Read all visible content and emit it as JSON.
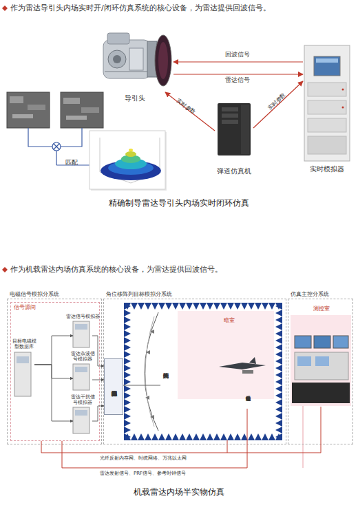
{
  "diagram": {
    "caption": "机载雷达内场半实物仿真",
    "nodes": [
      {
        "text": [
          "导引头"
        ]
      },
      {
        "text": [
          "实时模拟器"
        ]
      },
      {
        "text": [
          "弹道仿真机"
        ]
      },
      {
        "text": [
          "电磁信号模拟分系统"
        ]
      },
      {
        "text": [
          "信号源间"
        ],
        "in": 3
      },
      {
        "text": [
          "目标电磁模型数据库"
        ],
        "in": 4
      },
      {
        "text": [
          "雷达信号模拟器"
        ],
        "in": 4
      },
      {
        "text": [
          "雷达杂波信号模拟器"
        ],
        "in": 4
      },
      {
        "text": [
          "雷达干扰信号模拟器"
        ],
        "in": 4
      },
      {
        "text": [
          "角位移阵列目标模拟分系统"
        ]
      },
      {
        "text": [
          "角位移阵列目标模拟器"
        ],
        "in": 9
      },
      {
        "text": [
          "暗室"
        ],
        "in": 9
      },
      {
        "text": [
          "阵列天线"
        ],
        "in": 11
      },
      {
        "text": [
          "电动伺服转台"
        ],
        "in": 11
      },
      {
        "text": [
          "仿真主控分系统"
        ]
      },
      {
        "text": [
          "测控室"
        ],
        "in": 14
      }
    ],
    "edges": [
      {
        "from": 1,
        "to": 0,
        "label": "回波信号",
        "arrow": "to"
      },
      {
        "from": 0,
        "to": 1,
        "label": "雷达信号",
        "arrow": "to"
      },
      {
        "from": 2,
        "to": 0,
        "label": "实时参数",
        "arrow": "to"
      },
      {
        "from": 2,
        "to": 1,
        "label": "实时参数",
        "arrow": "to"
      },
      {
        "from": 5,
        "to": 6,
        "arrow": "to"
      },
      {
        "from": 5,
        "to": 7,
        "arrow": "to"
      },
      {
        "from": 5,
        "to": 8,
        "arrow": "to"
      },
      {
        "from": 6,
        "to": 10,
        "arrow": "to"
      },
      {
        "from": 7,
        "to": 10,
        "arrow": "to"
      },
      {
        "from": 8,
        "to": 10,
        "arrow": "to"
      },
      {
        "from": 10,
        "to": 12,
        "arrow": "none"
      },
      {
        "from": 4,
        "to": 15,
        "label": "光纤反射内存网、时统网络、万兆以太网",
        "arrow": "none"
      },
      {
        "from": 13,
        "to": 4,
        "label": "雷达发射信号、PRF信号、参考时钟信号",
        "arrow": "none"
      }
    ],
    "labels": [
      "作为雷达导引头内场实时开/闭环仿真系统的核心设备，为雷达提供回波信号。",
      "匹配",
      "精确制导雷达导引头内场实时闭环仿真",
      "作为机载雷达内场仿真系统的核心设备，为雷达提供回波信号。"
    ]
  }
}
